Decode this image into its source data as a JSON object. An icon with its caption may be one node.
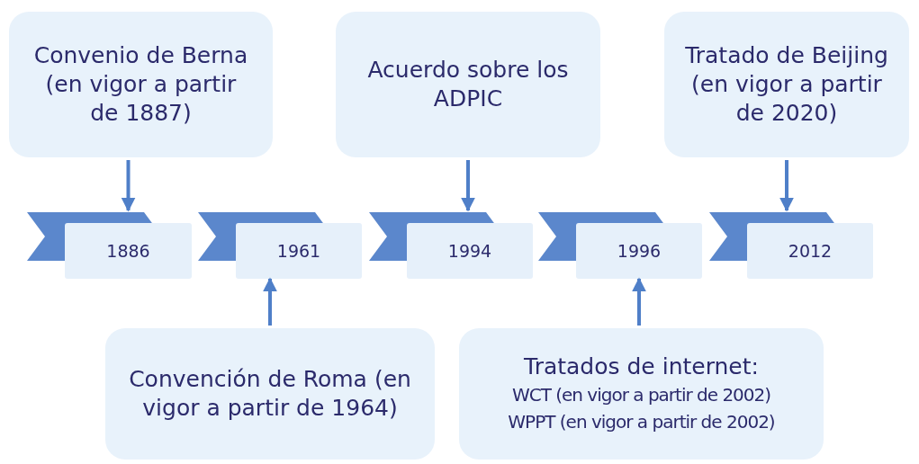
{
  "diagram": {
    "nodes": [
      {
        "text": [
          "Convenio de Berna (en vigor a partir de 1887)"
        ]
      },
      {
        "text": [
          "Acuerdo sobre los ADPIC"
        ]
      },
      {
        "text": [
          "Tratado de Beijing (en vigor a partir de 2020)"
        ]
      },
      {
        "text": [
          "1886"
        ]
      },
      {
        "text": [
          "1961"
        ]
      },
      {
        "text": [
          "1994"
        ]
      },
      {
        "text": [
          "1996"
        ]
      },
      {
        "text": [
          "2012"
        ]
      },
      {
        "text": [
          "Convención de Roma (en vigor a partir de 1964)"
        ]
      },
      {
        "text": [
          "Tratados de internet:",
          "WCT (en vigor a partir de 2002)",
          "WPPT (en vigor a partir de 2002)"
        ]
      }
    ],
    "edges": [
      {
        "from": 0,
        "to": 3,
        "arrow": "to"
      },
      {
        "from": 1,
        "to": 5,
        "arrow": "to"
      },
      {
        "from": 2,
        "to": 7,
        "arrow": "to"
      },
      {
        "from": 8,
        "to": 4,
        "arrow": "to"
      },
      {
        "from": 9,
        "to": 6,
        "arrow": "to"
      }
    ]
  }
}
